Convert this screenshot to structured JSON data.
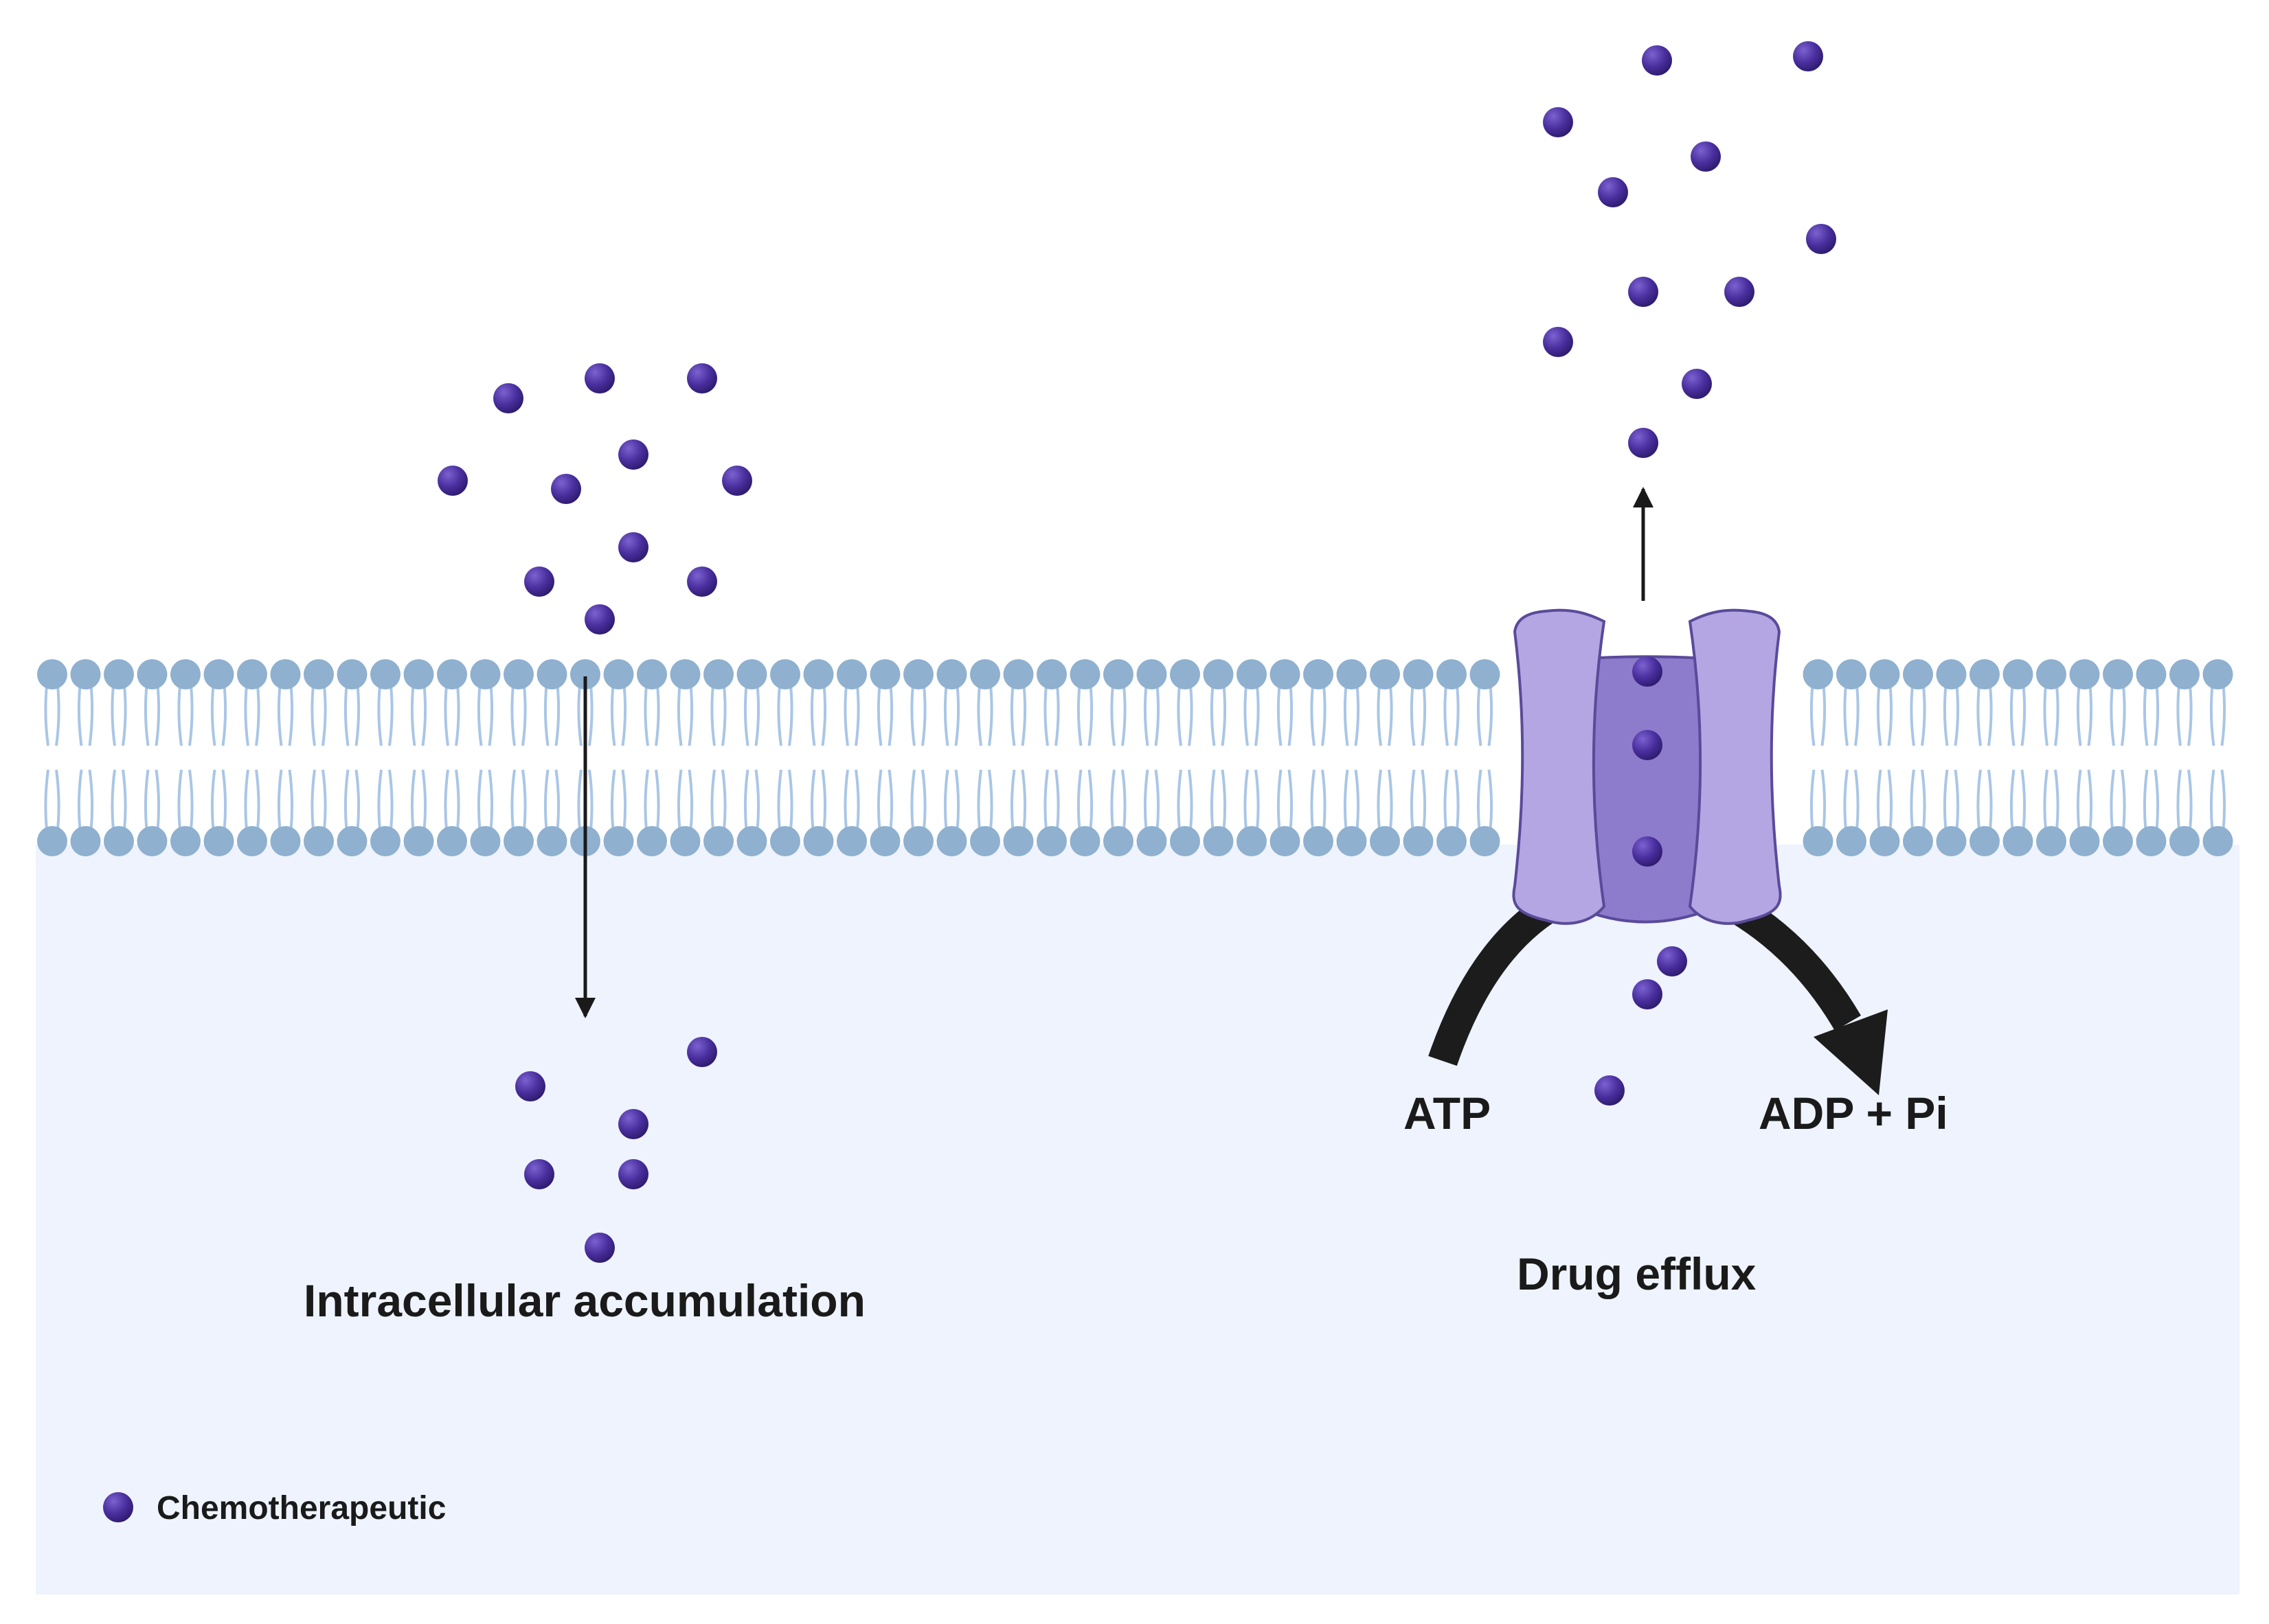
{
  "labels": {
    "intracellular": "Intracellular accumulation",
    "efflux": "Drug efflux",
    "atp": "ATP",
    "adp": "ADP + Pi"
  },
  "legend": {
    "label": "Chemotherapeutic"
  },
  "colors": {
    "intracellular_bg": "#eef3fd",
    "lipid_head": "#8fb0cf",
    "lipid_tail": "#a9c6e6",
    "drug": "#4a2f9e",
    "transporter_outer": "#b3a6e2",
    "transporter_inner": "#8d7ccc",
    "transporter_stroke": "#5a4a9a",
    "atp_arrow": "#1c1c1c",
    "arrow": "#1a1a1a"
  },
  "icons": {
    "drug": "chemotherapeutic-molecule-icon",
    "transporter": "efflux-pump-icon"
  }
}
